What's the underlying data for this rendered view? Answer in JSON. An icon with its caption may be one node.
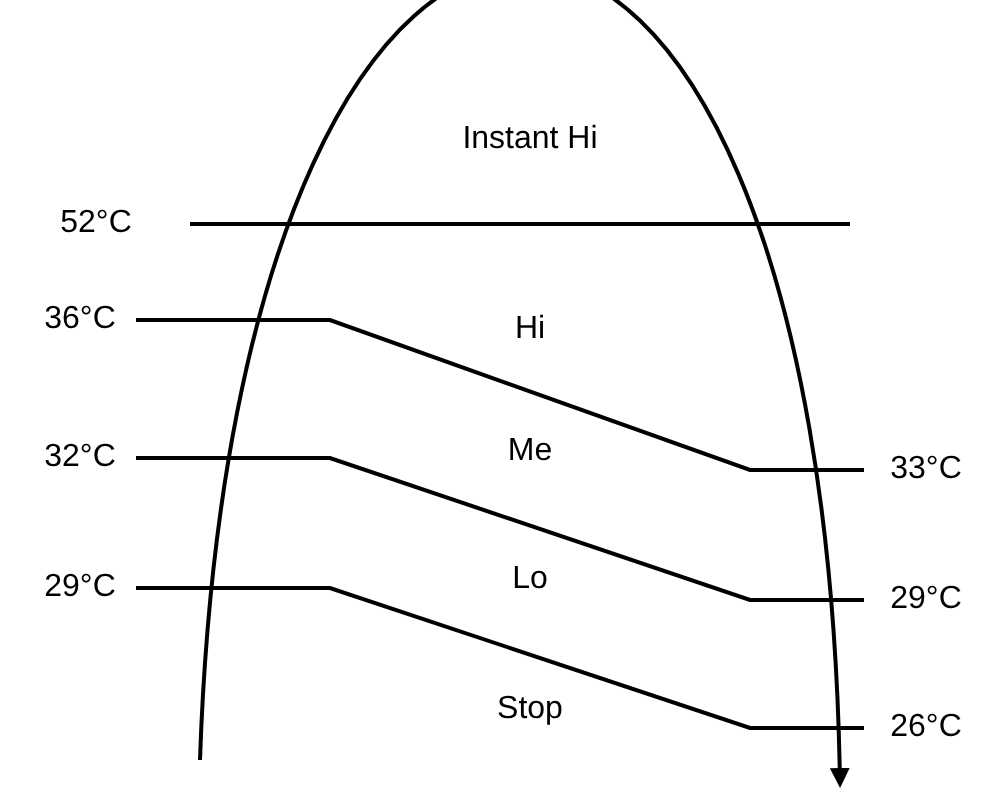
{
  "diagram": {
    "labels": [
      "Instant Hi",
      "52°C",
      "36°C",
      "Hi",
      "Me",
      "32°C",
      "33°C",
      "Lo",
      "29°C",
      "29°C",
      "Stop",
      "26°C"
    ]
  }
}
